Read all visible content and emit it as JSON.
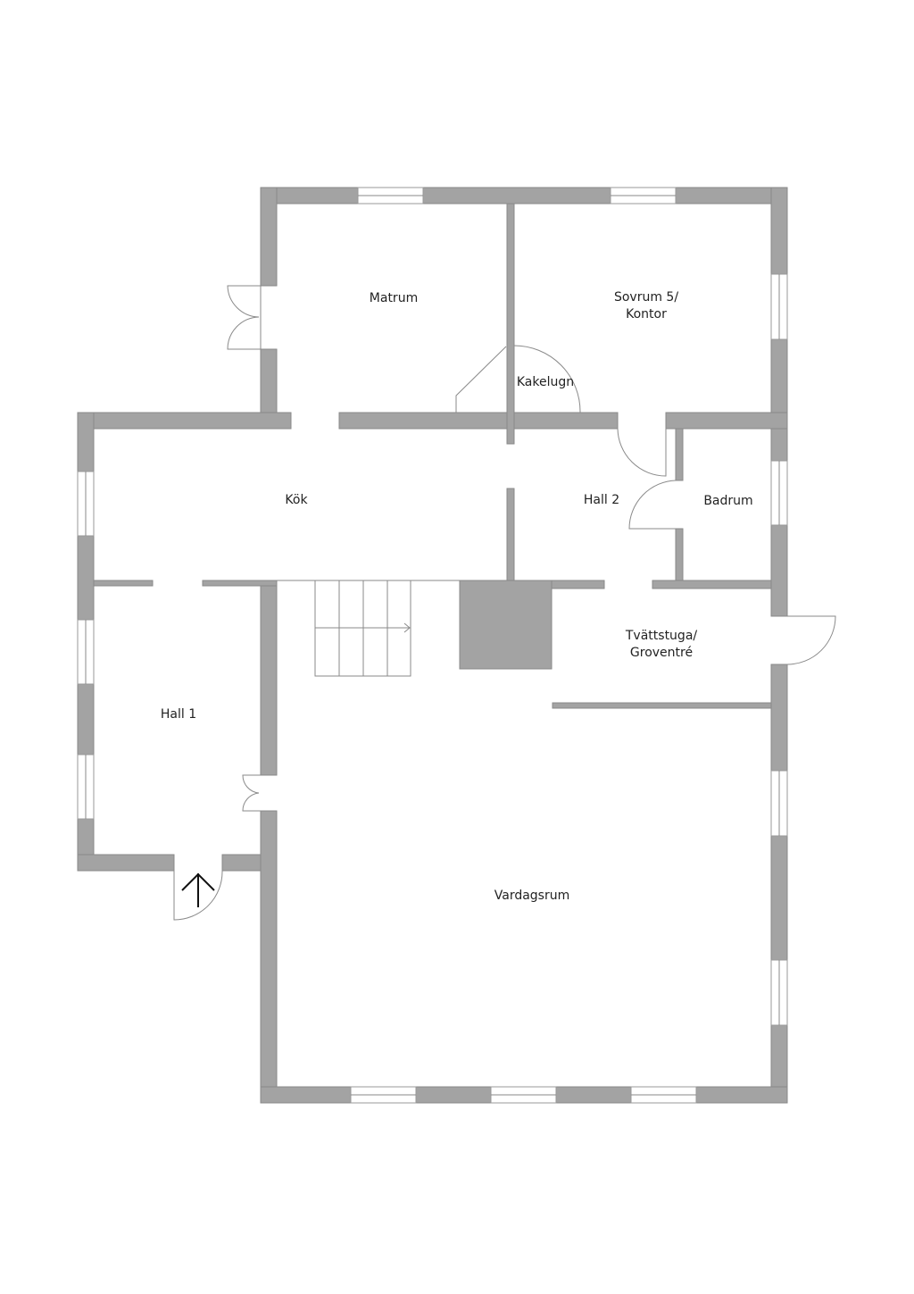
{
  "rooms": {
    "matrum": "Matrum",
    "sovrum_line1": "Sovrum 5/",
    "sovrum_line2": "Kontor",
    "kakelugn": "Kakelugn",
    "kok": "Kök",
    "hall2": "Hall 2",
    "badrum": "Badrum",
    "tvatt_line1": "Tvättstuga/",
    "tvatt_line2": "Groventré",
    "hall1": "Hall 1",
    "vardagsrum": "Vardagsrum"
  },
  "colors": {
    "wall": "#a3a3a3",
    "background": "#ffffff"
  },
  "icons": {
    "entrance": "arrow-up-icon"
  }
}
